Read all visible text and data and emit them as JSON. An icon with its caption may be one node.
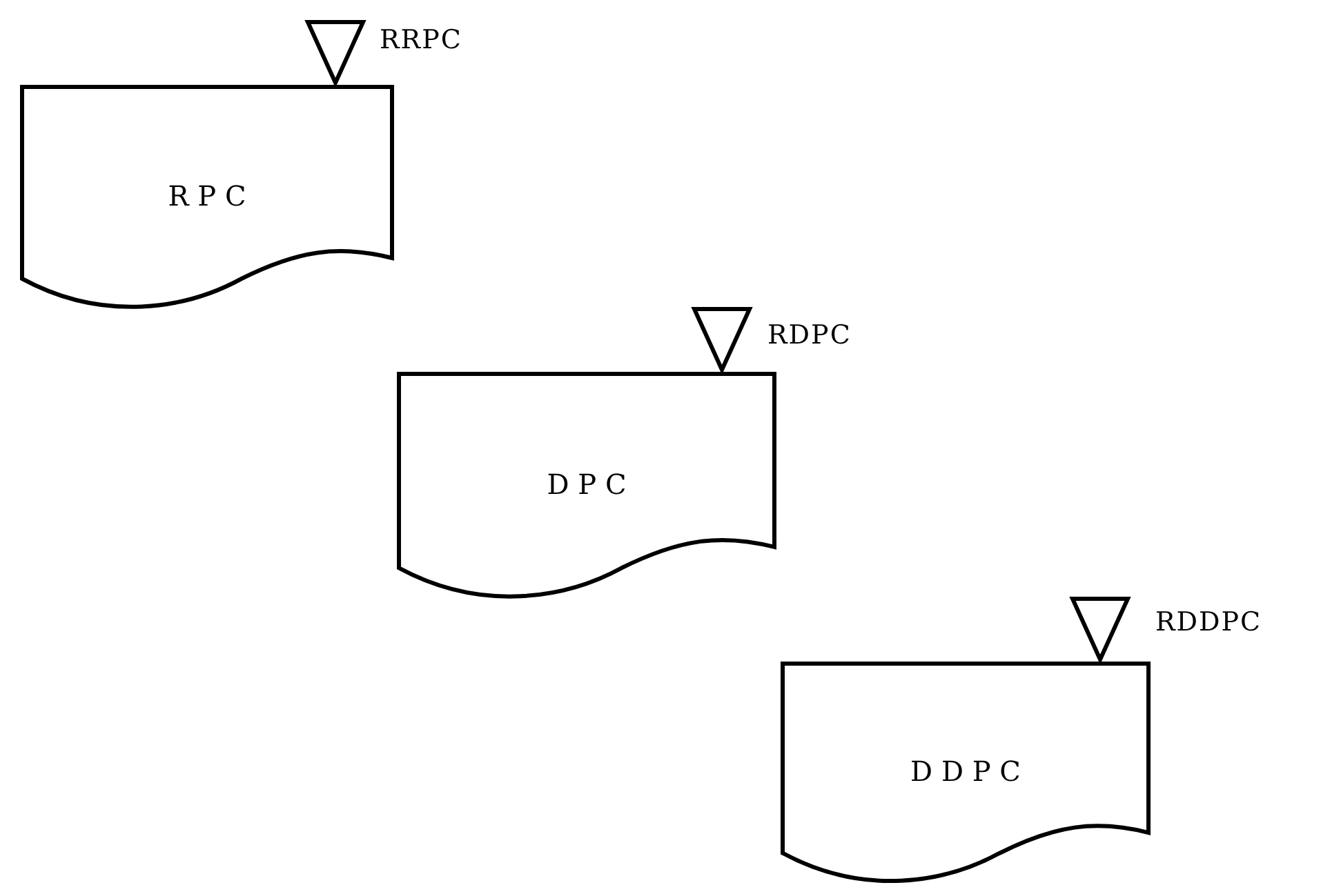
{
  "diagram": {
    "nodes": [
      {
        "text": [
          "R P C"
        ],
        "beside": [
          "RRPC"
        ]
      },
      {
        "text": [
          "D P C"
        ],
        "beside": [
          "RDPC"
        ]
      },
      {
        "text": [
          "D D P C"
        ],
        "beside": [
          "RDDPC"
        ]
      }
    ]
  }
}
